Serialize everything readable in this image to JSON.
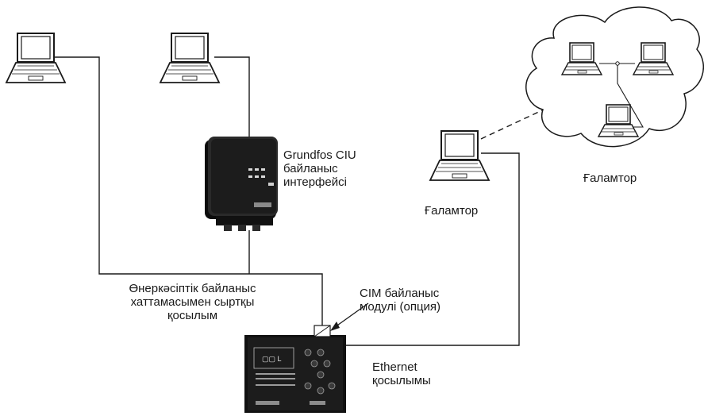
{
  "labels": {
    "ciu": [
      "Grundfos CIU",
      "байланыс",
      "интерфейсі"
    ],
    "internet_pc": "Ғаламтор",
    "internet_cloud": "Ғаламтор",
    "industrial": [
      "Өнеркәсіптік байланыс",
      "хаттамасымен сыртқы",
      "қосылым"
    ],
    "cim": [
      "CIM байланыс",
      "модулі (опция)"
    ],
    "ethernet": [
      "Ethernet",
      "қосылымы"
    ]
  },
  "icons": [
    "laptop-icon",
    "cloud-icon",
    "ciu-interface-device",
    "cue-controller-device",
    "cim-module-icon"
  ],
  "colors": {
    "ink": "#1a1a1a",
    "device": "#1c1c1c",
    "cloud_fill": "#ffffff"
  }
}
